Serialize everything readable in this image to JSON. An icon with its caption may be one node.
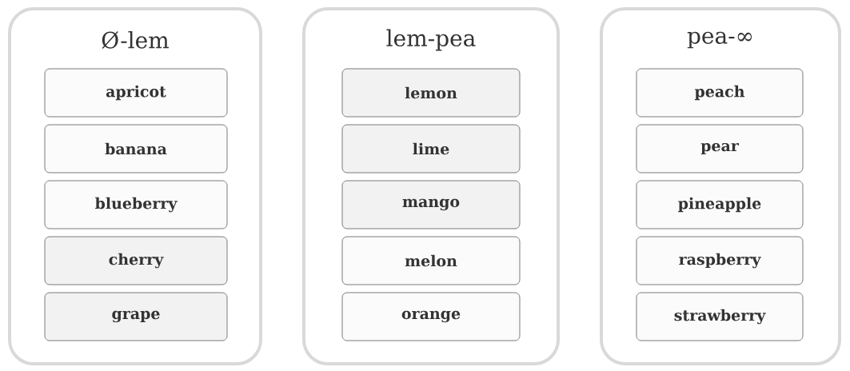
{
  "diagram": {
    "nodes": [
      {
        "text": [
          "Ø-lem"
        ]
      },
      {
        "text": [
          "apricot"
        ],
        "in": 0
      },
      {
        "text": [
          "banana"
        ],
        "in": 0
      },
      {
        "text": [
          "blueberry"
        ],
        "in": 0
      },
      {
        "text": [
          "cherry"
        ],
        "in": 0
      },
      {
        "text": [
          "grape"
        ],
        "in": 0
      },
      {
        "text": [
          "lem-pea"
        ]
      },
      {
        "text": [
          "lemon"
        ],
        "in": 6
      },
      {
        "text": [
          "lime"
        ],
        "in": 6
      },
      {
        "text": [
          "mango"
        ],
        "in": 6
      },
      {
        "text": [
          "melon"
        ],
        "in": 6
      },
      {
        "text": [
          "orange"
        ],
        "in": 6
      },
      {
        "text": [
          "pea-∞"
        ]
      },
      {
        "text": [
          "peach"
        ],
        "in": 12
      },
      {
        "text": [
          "pear"
        ],
        "in": 12
      },
      {
        "text": [
          "pineapple"
        ],
        "in": 12
      },
      {
        "text": [
          "raspberry"
        ],
        "in": 12
      },
      {
        "text": [
          "strawberry"
        ],
        "in": 12
      }
    ]
  }
}
